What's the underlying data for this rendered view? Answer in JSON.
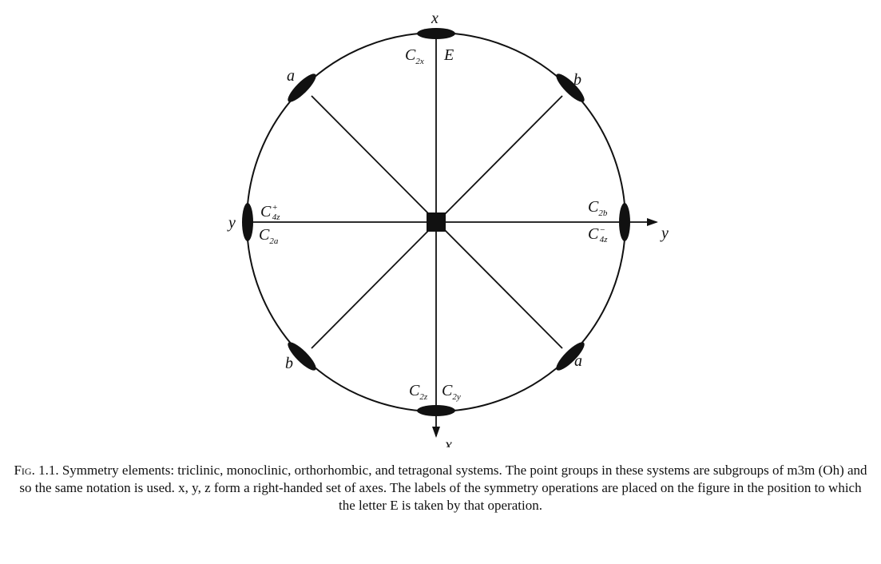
{
  "figure": {
    "axis_labels": {
      "x_top": "x",
      "x_bottom": "x",
      "y_left": "y",
      "y_right": "y"
    },
    "operations": {
      "identity": "E",
      "c2x": "C2x",
      "c4z_plus": "C4z+",
      "c2a": "C2a",
      "c2b": "C2b",
      "c4z_minus": "C4z−",
      "c2z": "C2z",
      "c2y": "C2y"
    },
    "diagonal_labels": {
      "top_left": "a",
      "top_right": "b",
      "bottom_left": "b",
      "bottom_right": "a"
    }
  },
  "caption": {
    "fig_label": "Fig. 1.1.",
    "text": "Symmetry elements: triclinic, monoclinic, orthorhombic, and tetragonal systems. The point groups in these systems are subgroups of m3m (Oh) and so the same notation is used. x, y, z form a right-handed set of axes. The labels of the symmetry operations are placed on the figure in the position to which the letter E is taken by that operation."
  }
}
